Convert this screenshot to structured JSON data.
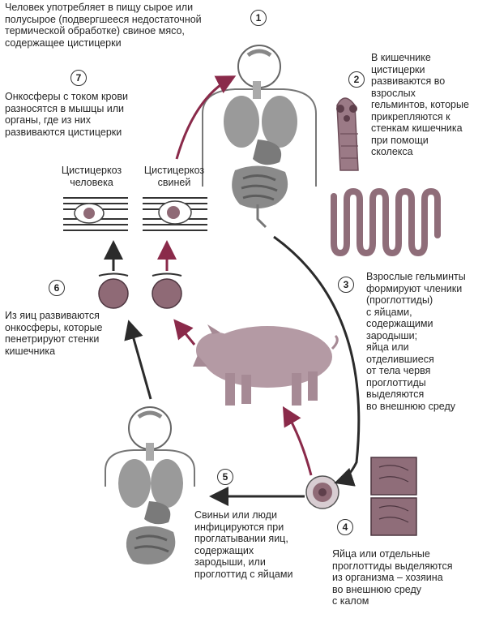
{
  "steps": [
    {
      "n": "1",
      "text": "Человек употребляет в пищу сырое или\nполусырое (подвергшееся недостаточной\nтермической обработке) свиное мясо,\nсодержащее цистицерки"
    },
    {
      "n": "2",
      "text": "В кишечнике\nцистицерки\nразвиваются во\nвзрослых\nгельминтов, которые\nприкрепляются к\nстенкам кишечника\nпри помощи\nсколекса"
    },
    {
      "n": "3",
      "text": "Взрослые гельминты\nформируют членики\n(проглоттиды)\nс яйцами,\nсодержащими\nзародыши;\nяйца или\nотделившиеся\nот тела червя\nпроглоттиды\nвыделяются\nво внешнюю среду"
    },
    {
      "n": "4",
      "text": "Яйца или отдельные\nпроглоттиды выделяются\nиз организма – хозяина\nво внешнюю среду\nс калом"
    },
    {
      "n": "5",
      "text": "Свиньи или люди\nинфицируются при\nпроглатывании яиц,\nсодержащих\nзародыши, или\nпроглоттид с яйцами"
    },
    {
      "n": "6",
      "text": "Из яиц развиваются\nонкосферы, которые\nпенетрируют стенки\nкишечника"
    },
    {
      "n": "7",
      "text": "Онкосферы с током крови\nразносятся в мышцы или\nорганы, где из них\nразвиваются цистицерки"
    }
  ],
  "labels": {
    "human_cysticercosis": "Цистицеркоз\nчеловека",
    "pig_cysticercosis": "Цистицеркоз\nсвиней"
  },
  "colors": {
    "arrow_dark": "#2b2b2b",
    "arrow_red": "#8a2a4a",
    "pig": "#b49aa4",
    "organ": "#8f8f8f",
    "egg": "#8f6a76"
  }
}
